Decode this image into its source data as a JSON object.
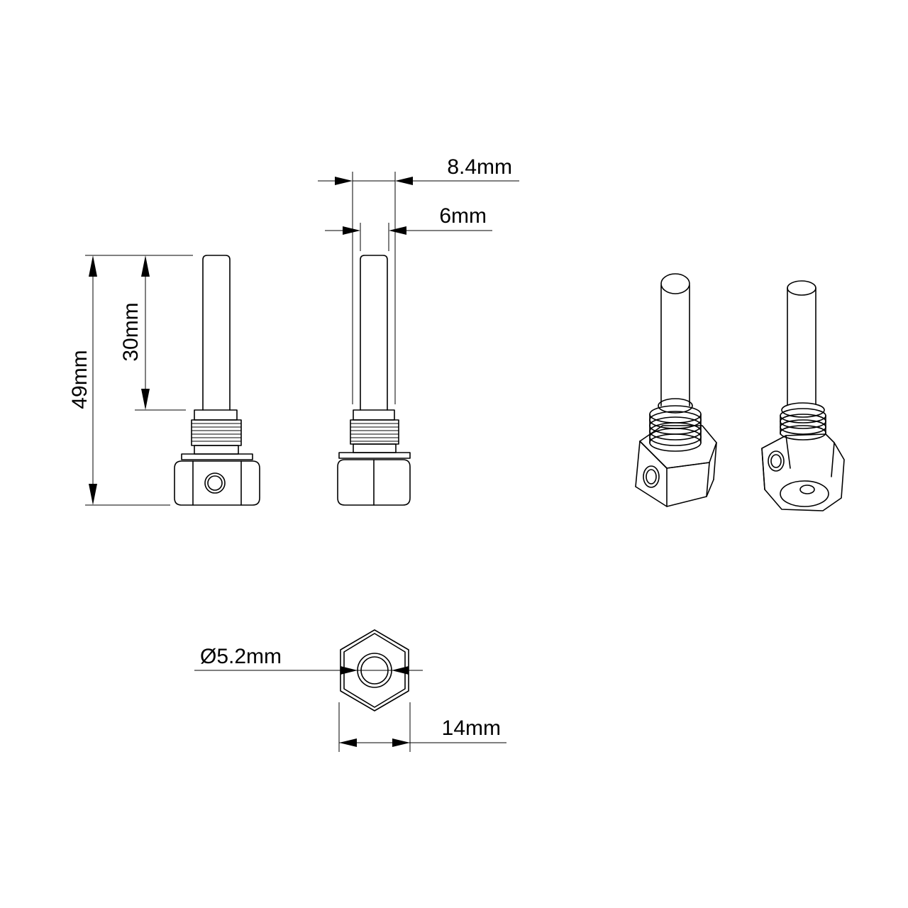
{
  "dimensions": {
    "overall_length": "49mm",
    "probe_length": "30mm",
    "thread_diameter": "8.4mm",
    "probe_diameter": "6mm",
    "bore_diameter": "Ø5.2mm",
    "hex_width": "14mm"
  }
}
